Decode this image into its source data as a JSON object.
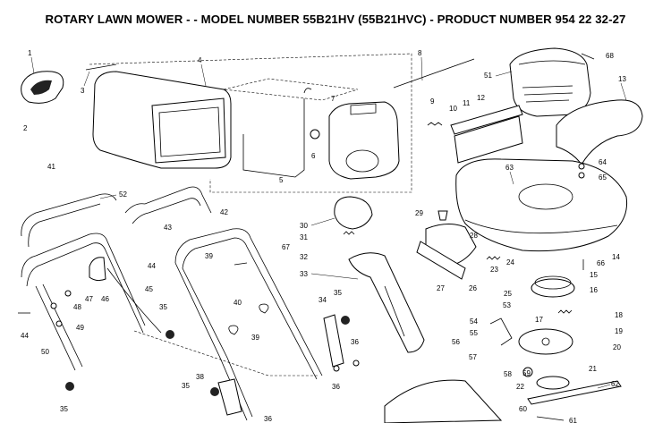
{
  "title": "ROTARY LAWN MOWER - - MODEL NUMBER 55B21HV (55B21HVC) - PRODUCT NUMBER 954 22 32-27",
  "callouts": {
    "c1": "1",
    "c2": "2",
    "c3": "3",
    "c4": "4",
    "c5": "5",
    "c6": "6",
    "c7": "7",
    "c8": "8",
    "c9": "9",
    "c10": "10",
    "c11": "11",
    "c12": "12",
    "c13": "13",
    "c14": "14",
    "c15": "15",
    "c16": "16",
    "c17": "17",
    "c18": "18",
    "c19": "19",
    "c20": "20",
    "c21": "21",
    "c22": "22",
    "c23": "23",
    "c24": "24",
    "c25": "25",
    "c26": "26",
    "c27": "27",
    "c28": "28",
    "c29": "29",
    "c30": "30",
    "c31": "31",
    "c32": "32",
    "c33": "33",
    "c34": "34",
    "c35a": "35",
    "c35b": "35",
    "c35c": "35",
    "c35d": "35",
    "c36a": "36",
    "c36b": "36",
    "c36c": "36",
    "c38": "38",
    "c39a": "39",
    "c39b": "39",
    "c40": "40",
    "c41": "41",
    "c42": "42",
    "c43": "43",
    "c44a": "44",
    "c44b": "44",
    "c45": "45",
    "c46": "46",
    "c47": "47",
    "c48": "48",
    "c49": "49",
    "c50": "50",
    "c51": "51",
    "c52": "52",
    "c53": "53",
    "c54": "54",
    "c55": "55",
    "c56": "56",
    "c57": "57",
    "c58": "58",
    "c59": "59",
    "c60": "60",
    "c61": "61",
    "c62": "62",
    "c63": "63",
    "c64": "64",
    "c65": "65",
    "c66": "66",
    "c67": "67",
    "c68": "68"
  }
}
